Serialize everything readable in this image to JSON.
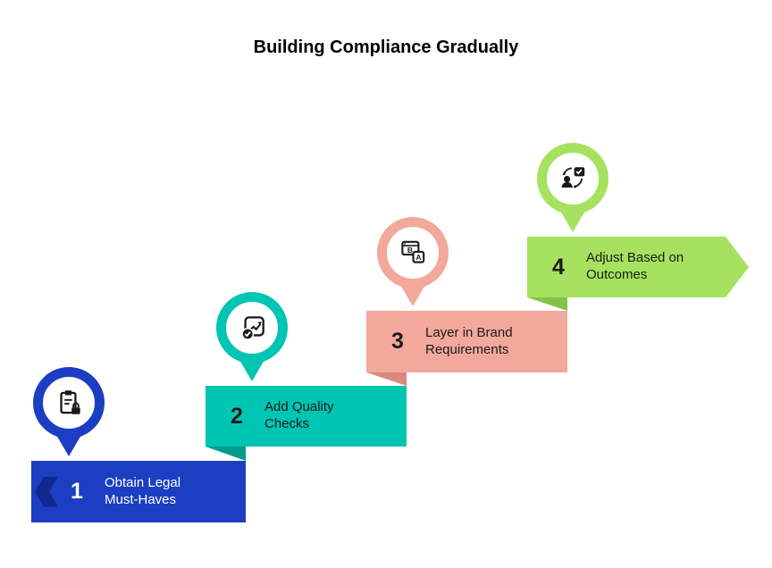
{
  "title": "Building Compliance Gradually",
  "steps": [
    {
      "number": "1",
      "label": "Obtain Legal Must-Haves",
      "color": "#1b3ec3",
      "accent": "#10288f",
      "text_color": "#ffffff",
      "icon": "clipboard-lock-icon"
    },
    {
      "number": "2",
      "label": "Add Quality Checks",
      "color": "#00c5b3",
      "accent": "#009c8e",
      "text_color": "#1a1a1a",
      "icon": "chart-growth-check-icon"
    },
    {
      "number": "3",
      "label": "Layer in Brand Requirements",
      "color": "#f3a89c",
      "accent": "#d88a7d",
      "text_color": "#1a1a1a",
      "icon": "ab-test-icon"
    },
    {
      "number": "4",
      "label": "Adjust Based on Outcomes",
      "color": "#a6e25f",
      "accent": "#83c24a",
      "text_color": "#1a1a1a",
      "icon": "people-sync-icon"
    }
  ],
  "icon_letters": {
    "b": "B",
    "a": "A"
  }
}
